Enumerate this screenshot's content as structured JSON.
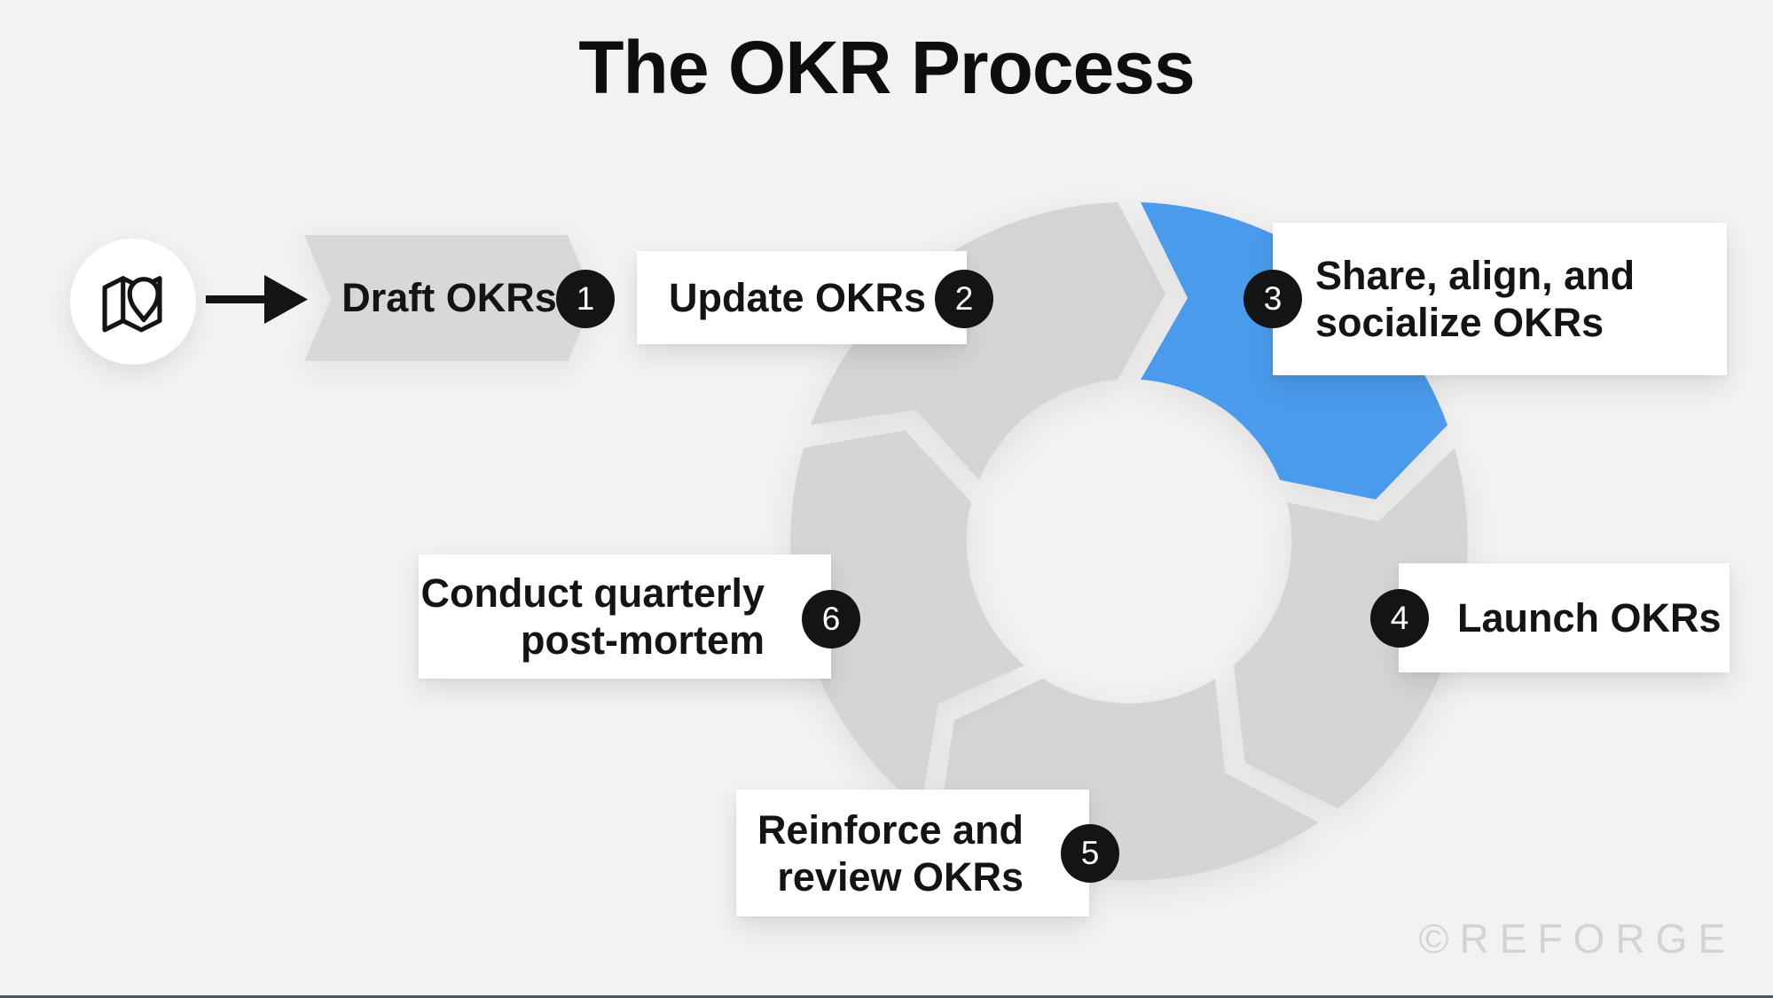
{
  "title": "The OKR Process",
  "watermark": "©REFORGE",
  "colors": {
    "bg": "#f2f2f2",
    "panel": "#ffffff",
    "segment": "#d5d5d5",
    "banner": "#d8d8d8",
    "accent": "#4a9bec",
    "badge": "#141414",
    "text": "#141414",
    "watermark_color": "#d3d3d3",
    "bottom_line": "#4c5b64"
  },
  "start": {
    "icon": "map-location-icon"
  },
  "steps": [
    {
      "number": "1",
      "label": "Draft OKRs"
    },
    {
      "number": "2",
      "label": "Update OKRs"
    },
    {
      "number": "3",
      "line1": "Share, align, and",
      "line2": "socialize OKRs",
      "highlighted": true
    },
    {
      "number": "4",
      "label": "Launch OKRs"
    },
    {
      "number": "5",
      "line1": "Reinforce and",
      "line2": "review OKRs"
    },
    {
      "number": "6",
      "line1": "Conduct quarterly",
      "line2": "post-mortem"
    }
  ]
}
